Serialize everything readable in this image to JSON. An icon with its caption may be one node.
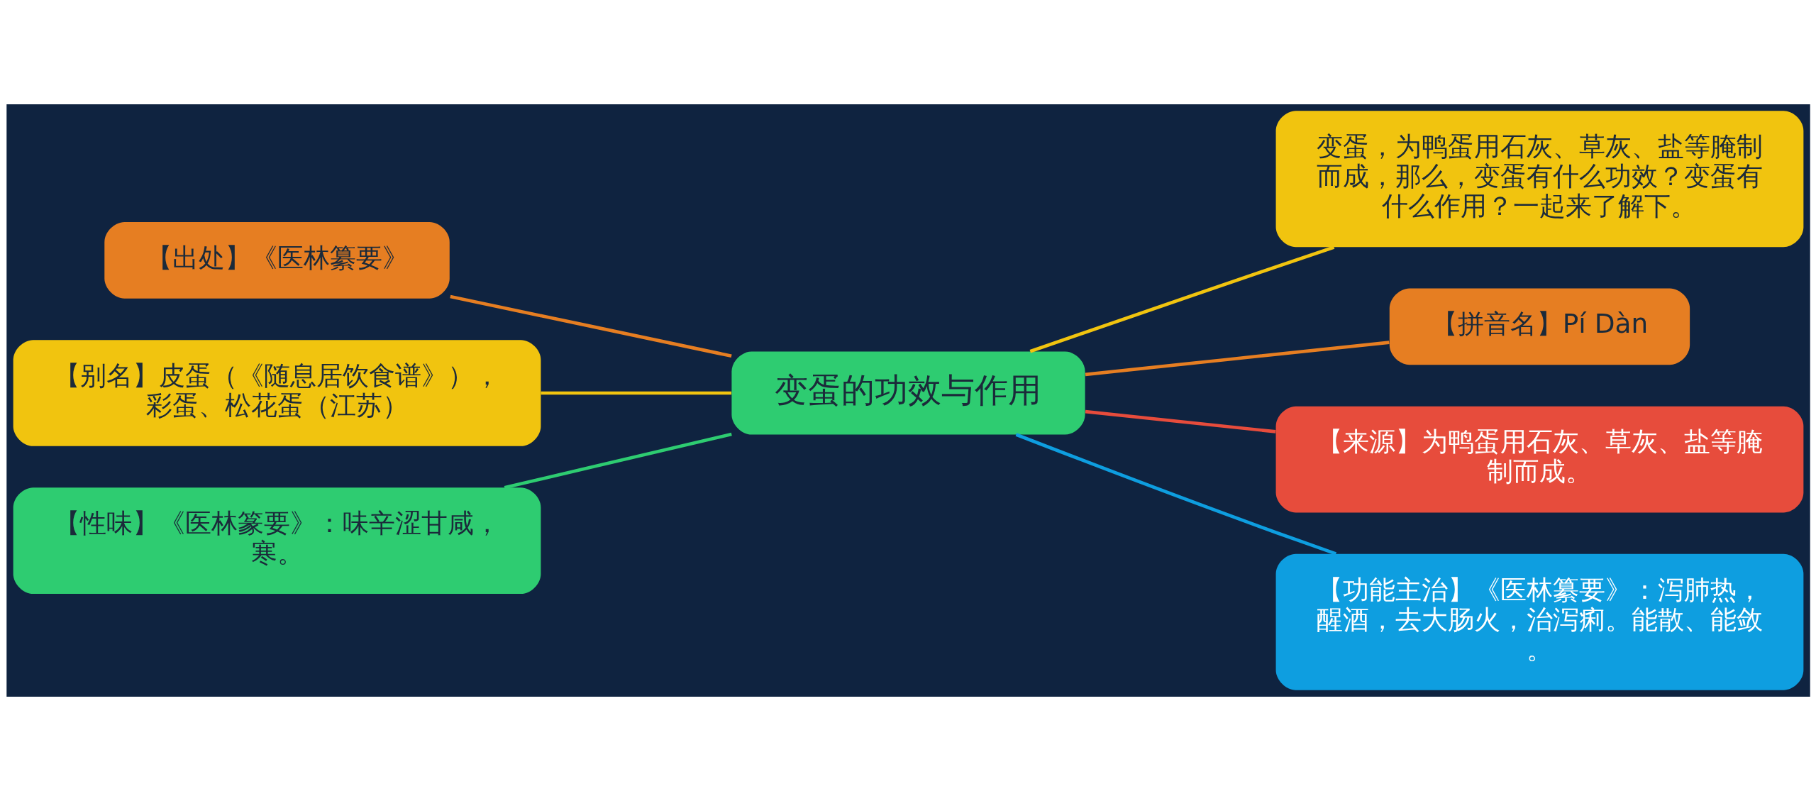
{
  "diagram": {
    "nodes": [
      {
        "text": [
          "变蛋的功效与作用"
        ]
      },
      {
        "text": [
          "【出处】《医林纂要》"
        ]
      },
      {
        "text": [
          "【别名】皮蛋（《随息居饮食谱》），彩蛋、松花蛋（江苏）"
        ]
      },
      {
        "text": [
          "【性味】《医林篆要》：味辛涩甘咸，寒。"
        ]
      },
      {
        "text": [
          "变蛋，为鸭蛋用石灰、草灰、盐等腌制而成，那么，变蛋有什么功效？变蛋有什么作用？一起来了解下。"
        ]
      },
      {
        "text": [
          "【拼音名】Pí Dàn"
        ]
      },
      {
        "text": [
          "【来源】为鸭蛋用石灰、草灰、盐等腌制而成。"
        ]
      },
      {
        "text": [
          "【功能主治】《医林纂要》：泻肺热，醒酒，去大肠火，治泻痢。能散、能敛。"
        ]
      }
    ],
    "edges": [
      {
        "from": 0,
        "to": 1,
        "arrow": "none",
        "color": "#e67e22"
      },
      {
        "from": 0,
        "to": 2,
        "arrow": "none",
        "color": "#f1c40f"
      },
      {
        "from": 0,
        "to": 3,
        "arrow": "none",
        "color": "#2ecc71"
      },
      {
        "from": 0,
        "to": 4,
        "arrow": "none",
        "color": "#f1c40f"
      },
      {
        "from": 0,
        "to": 5,
        "arrow": "none",
        "color": "#e67e22"
      },
      {
        "from": 0,
        "to": 6,
        "arrow": "none",
        "color": "#e74c3c"
      },
      {
        "from": 0,
        "to": 7,
        "arrow": "none",
        "color": "#0e9ee0"
      }
    ]
  }
}
